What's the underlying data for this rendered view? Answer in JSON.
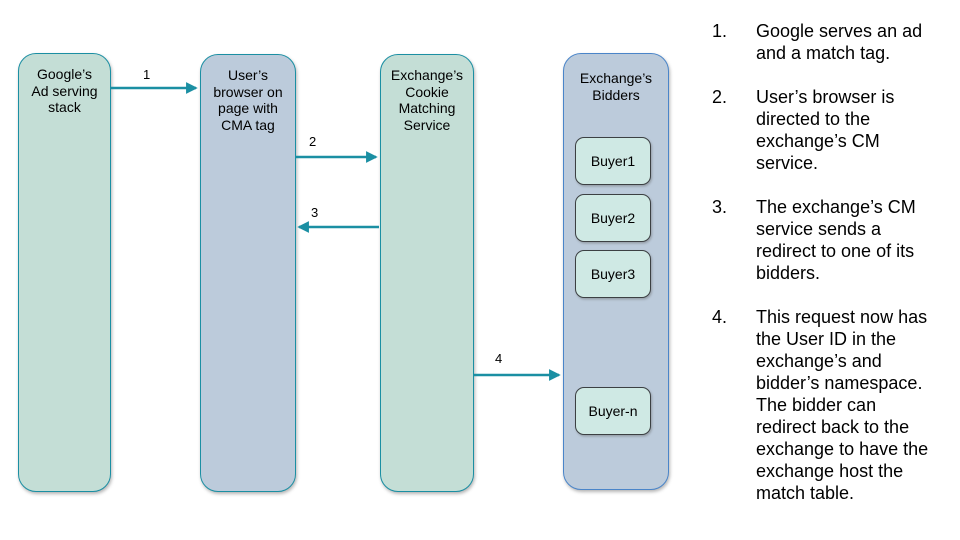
{
  "colors": {
    "teal_border": "#1b8fa3",
    "arrow": "#1b8fa3",
    "green_fill": "#c4ded6",
    "blue_fill": "#bccbdb",
    "bidders_border": "#4a85c9",
    "buyer_fill": "#cfe9e4",
    "buyer_border": "#3c4043",
    "text": "#000000"
  },
  "diagram": {
    "nodes": [
      {
        "label": "Google’s\nAd serving\nstack"
      },
      {
        "label": "User’s\nbrowser on\npage with\nCMA tag"
      },
      {
        "label": "Exchange’s\nCookie\nMatching\nService"
      },
      {
        "label": "Exchange’s\nBidders"
      }
    ],
    "buyers": [
      "Buyer1",
      "Buyer2",
      "Buyer3",
      "Buyer-n"
    ],
    "arrow_labels": [
      "1",
      "2",
      "3",
      "4"
    ]
  },
  "steps": [
    {
      "num": "1.",
      "text": "Google serves an ad\nand a match tag."
    },
    {
      "num": "2.",
      "text": "User’s browser is\ndirected to the\nexchange’s CM\nservice."
    },
    {
      "num": "3.",
      "text": "The exchange’s CM\nservice sends a\nredirect to one of its\nbidders."
    },
    {
      "num": "4.",
      "text": "This request now has\nthe User ID in the\nexchange’s and\nbidder’s namespace.\nThe bidder can\nredirect back to the\nexchange to have the\nexchange host the\nmatch table."
    }
  ]
}
